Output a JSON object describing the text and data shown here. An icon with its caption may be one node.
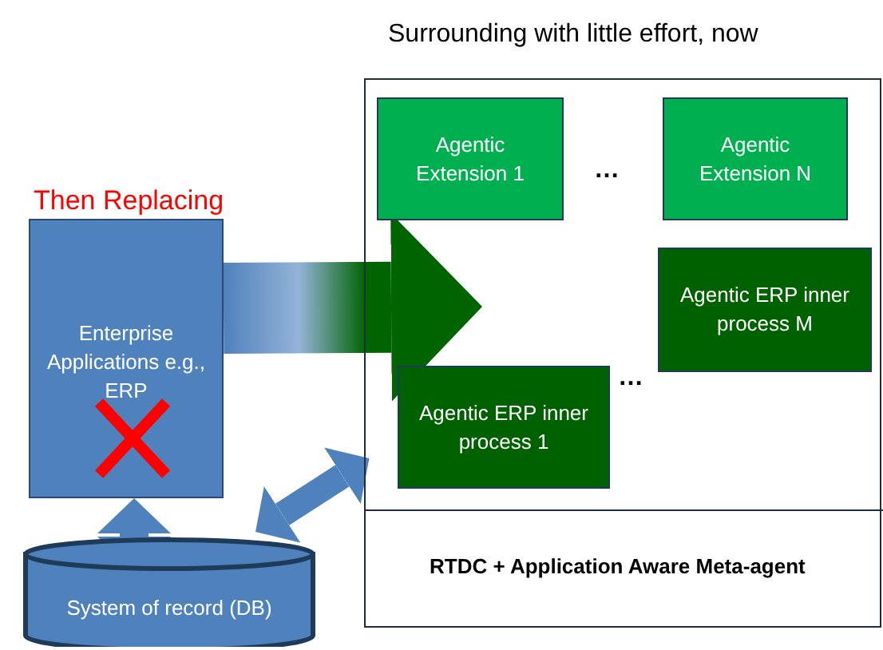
{
  "diagram": {
    "nodes": [
      {
        "text": [
          "Surrounding with little effort, now"
        ]
      },
      {
        "text": [
          "Agentic Extension 1"
        ],
        "in": 0
      },
      {
        "text": [
          "Agentic Extension N"
        ],
        "in": 0
      },
      {
        "text": [
          "Agentic ERP inner process M"
        ],
        "in": 0
      },
      {
        "text": [
          "Agentic ERP inner process 1"
        ],
        "in": 0
      },
      {
        "text": [
          "RTDC + Application Aware Meta-agent"
        ],
        "in": 0
      },
      {
        "text": [
          "Then Replacing",
          "Enterprise Applications e.g., ERP"
        ]
      },
      {
        "text": [
          "System of record (DB)"
        ]
      }
    ],
    "edges": [
      {
        "from": 6,
        "to": 0,
        "arrow": "to",
        "color": "#006400"
      },
      {
        "from": 6,
        "to": 7,
        "arrow": "both"
      },
      {
        "from": 7,
        "to": 0,
        "arrow": "both"
      }
    ],
    "labels": [
      "…",
      "…"
    ]
  }
}
